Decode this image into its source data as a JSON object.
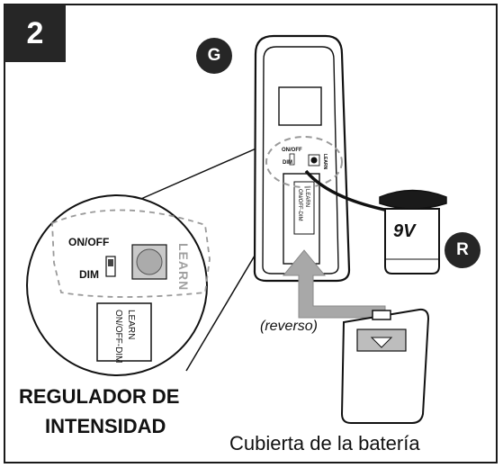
{
  "step_number": "2",
  "badges": {
    "top": "G",
    "right": "R"
  },
  "zoom": {
    "on_off_label": "ON/OFF",
    "dim_label": "DIM",
    "learn_label": "LEARN",
    "sticker_line1": "LEARN",
    "sticker_line2": "ON/OFF-DIM"
  },
  "remote": {
    "on_off_label": "ON/OFF",
    "dim_label": "DIM",
    "learn_label": "LEARN",
    "sticker_line1": "LEARN",
    "sticker_line2": "ON/OFF-DIM"
  },
  "battery_label": "9V",
  "reverse_label": "(reverso)",
  "title_line1": "REGULADOR DE",
  "title_line2": "INTENSIDAD",
  "cover_caption": "Cubierta de la batería",
  "colors": {
    "dark": "#262626",
    "arrow": "#a8a8a8",
    "dashed": "#9a9a9a",
    "learn_gray": "#a0a0a0"
  }
}
